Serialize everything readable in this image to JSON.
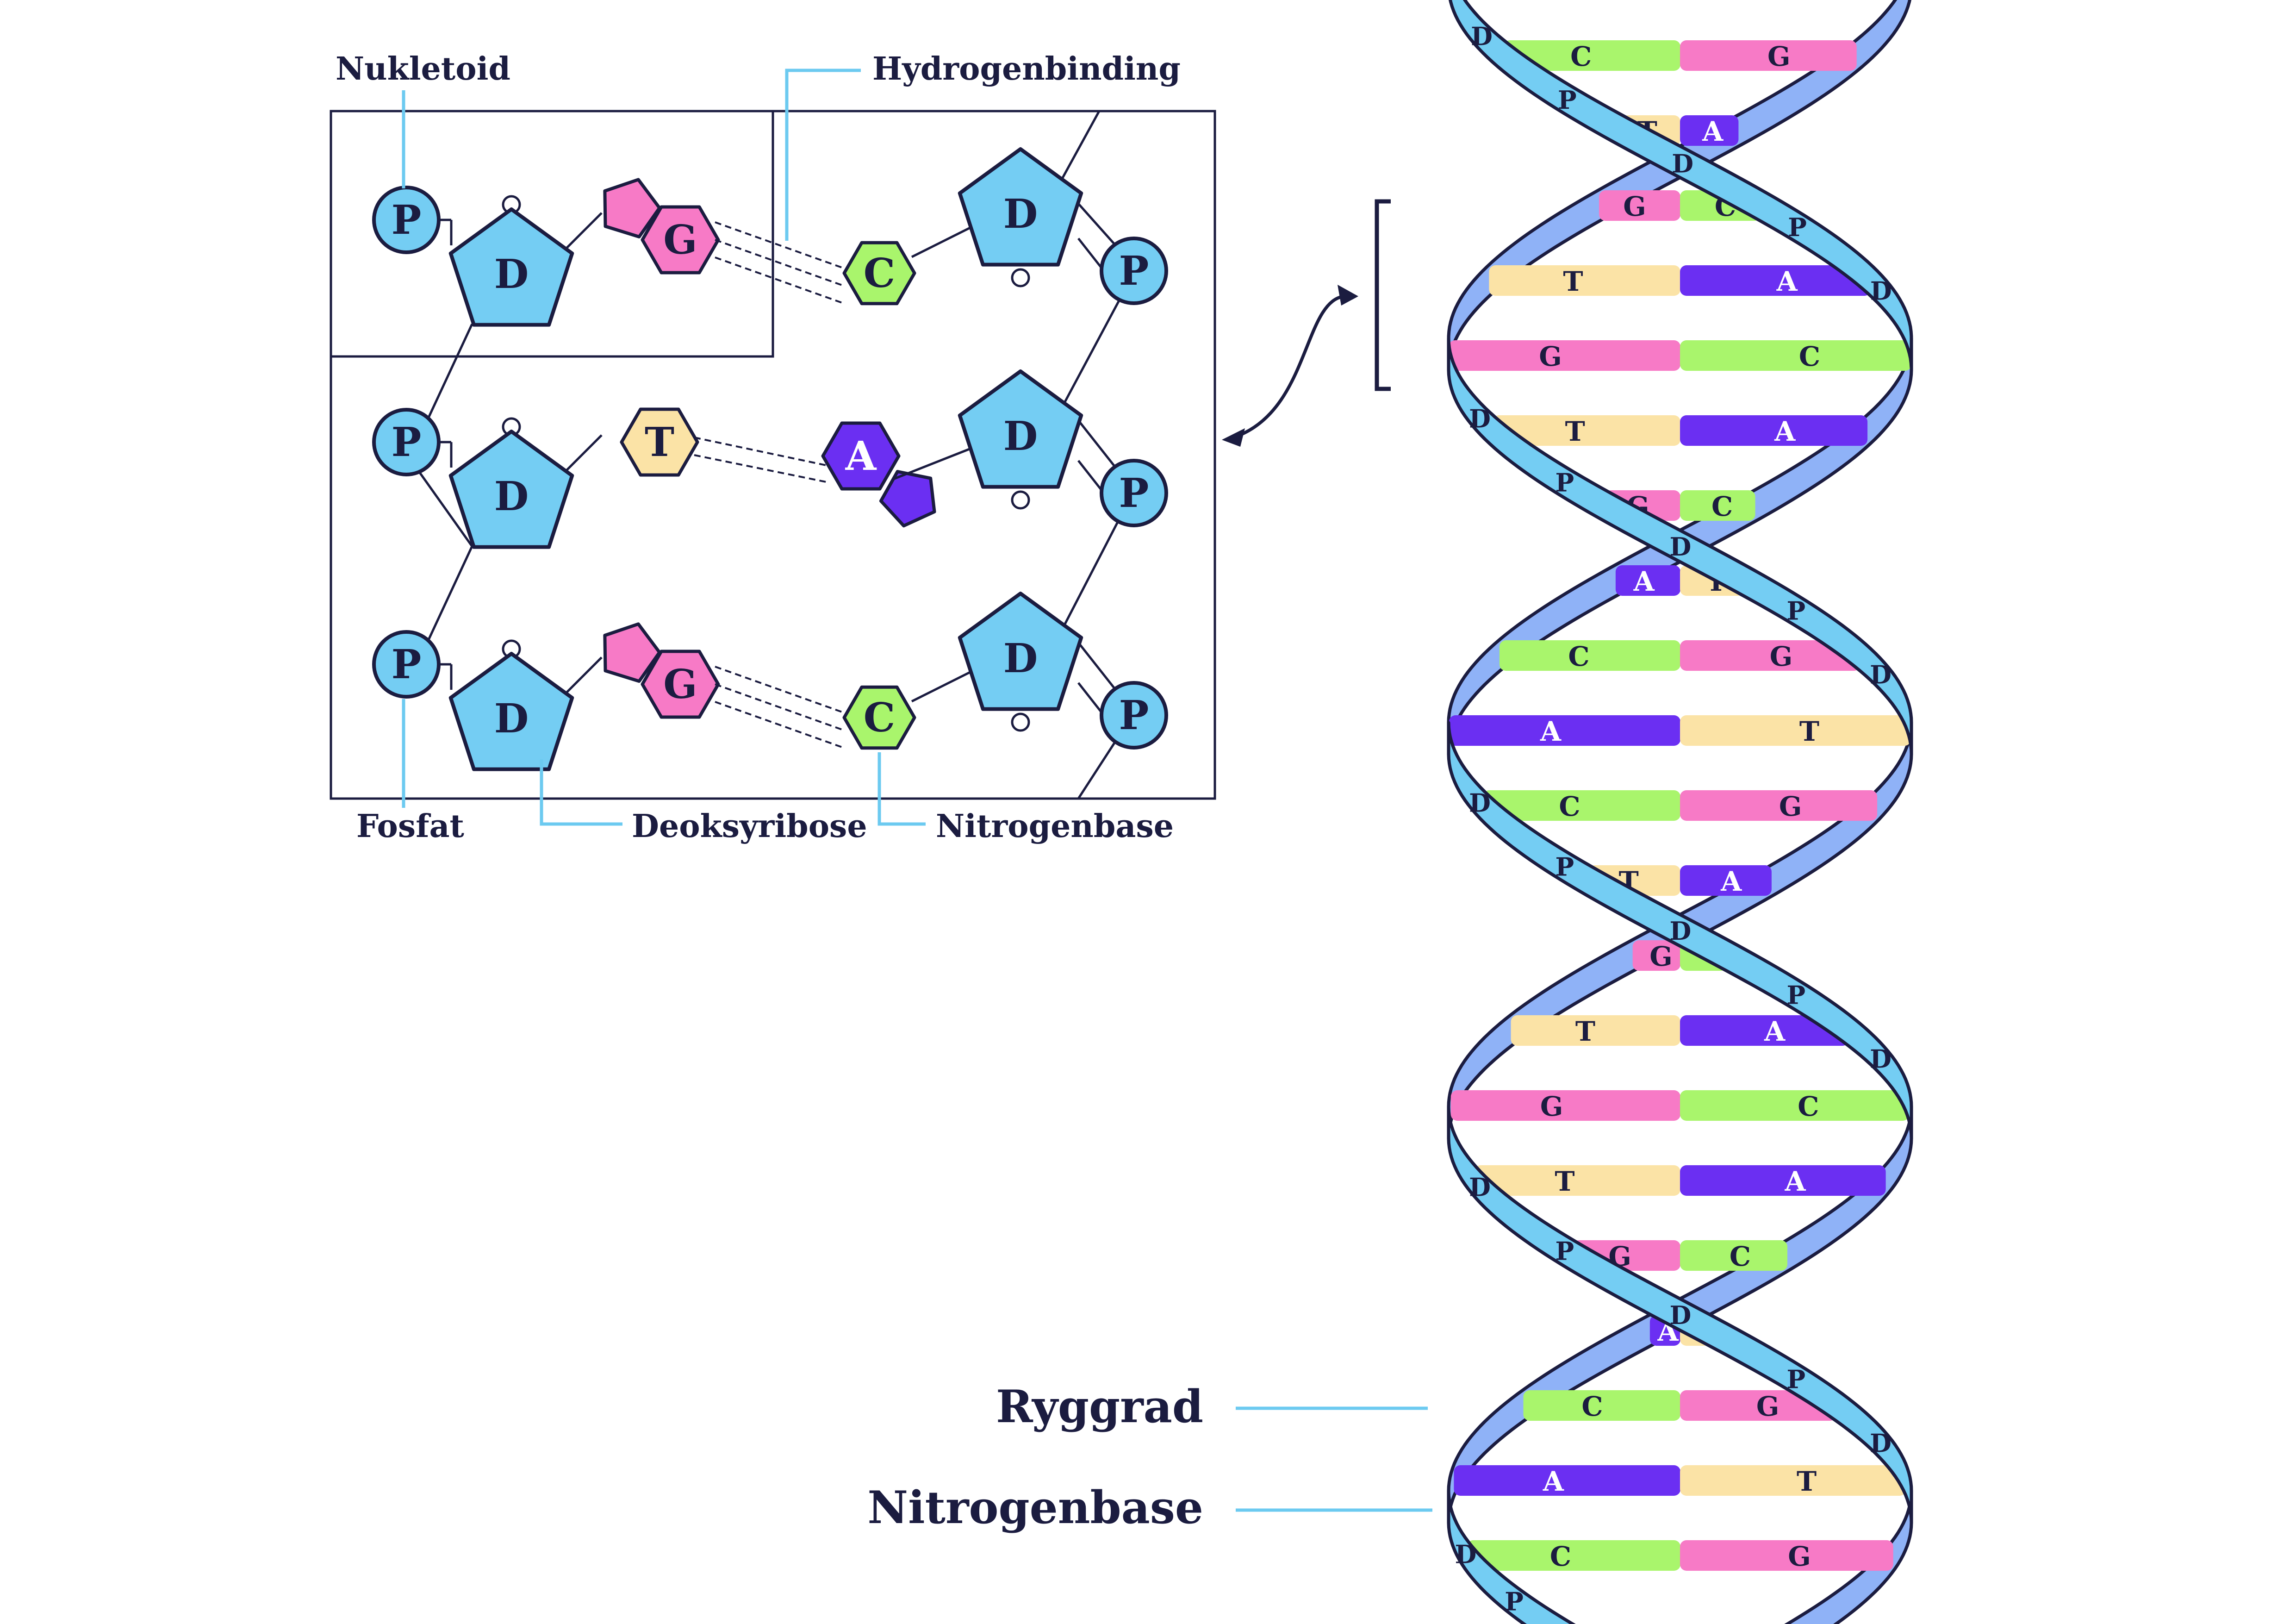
{
  "colors": {
    "outline": "#1b1c40",
    "sugar": "#74cdf3",
    "leader": "#6ccaf0",
    "backbone_front": "#74cdf3",
    "backbone_back": "#8fb2f7",
    "adenine": "#6b2ff2",
    "thymine": "#fbe3a6",
    "guanine": "#f77ac6",
    "cytosine": "#a9f56c"
  },
  "bases": {
    "A": "A",
    "T": "T",
    "G": "G",
    "C": "C"
  },
  "units": {
    "phosphate": "P",
    "sugar": "D"
  },
  "detail": {
    "labels": {
      "nucleotide": "Nukletoid",
      "hydrogen_bond": "Hydrogenbinding",
      "phosphate": "Fosfat",
      "deoxyribose": "Deoksyribose",
      "nitrogen_base": "Nitrogenbase"
    },
    "pairs": [
      {
        "left": "G",
        "right": "C"
      },
      {
        "left": "T",
        "right": "A"
      },
      {
        "left": "G",
        "right": "C"
      }
    ]
  },
  "helix": {
    "labels": {
      "backbone": "Ryggrad",
      "nitrogen_base": "Nitrogenbase"
    },
    "rungs": [
      [
        "C",
        "G"
      ],
      [
        "T",
        "A"
      ],
      [
        "G",
        "C"
      ],
      [
        "T",
        "A"
      ],
      [
        "G",
        "C"
      ],
      [
        "T",
        "A"
      ],
      [
        "G",
        "C"
      ],
      [
        "A",
        "T"
      ],
      [
        "C",
        "G"
      ],
      [
        "A",
        "T"
      ],
      [
        "C",
        "G"
      ],
      [
        "T",
        "A"
      ],
      [
        "G",
        "C"
      ],
      [
        "T",
        "A"
      ],
      [
        "G",
        "C"
      ],
      [
        "T",
        "A"
      ],
      [
        "G",
        "C"
      ],
      [
        "A",
        "T"
      ],
      [
        "C",
        "G"
      ],
      [
        "A",
        "T"
      ],
      [
        "C",
        "G"
      ]
    ]
  }
}
